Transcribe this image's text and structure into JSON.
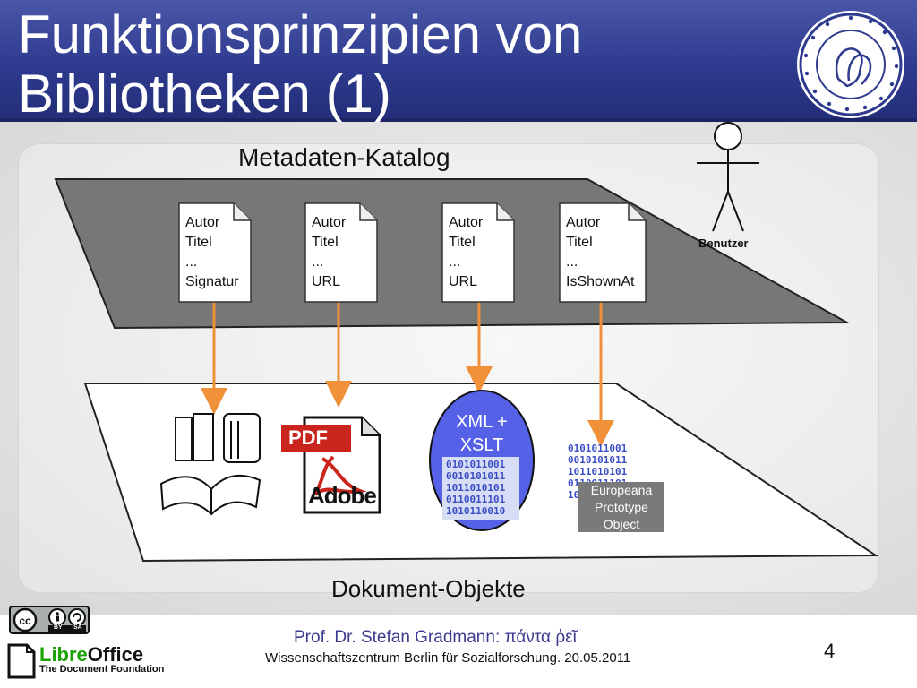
{
  "slide": {
    "title_line1": "Funktionsprinzipien von",
    "title_line2": "Bibliotheken (1)",
    "page_number": "4"
  },
  "diagram": {
    "catalog_label": "Metadaten-Katalog",
    "documents_label": "Dokument-Objekte",
    "user_label": "Benutzer",
    "cards": [
      {
        "lines": [
          "Autor",
          "Titel",
          "...",
          "Signatur"
        ]
      },
      {
        "lines": [
          "Autor",
          "Titel",
          "...",
          "URL"
        ]
      },
      {
        "lines": [
          "Autor",
          "Titel",
          "...",
          "URL"
        ]
      },
      {
        "lines": [
          "Autor",
          "Titel",
          "...",
          "IsShownAt"
        ]
      }
    ],
    "pdf_text": "PDF",
    "adobe_text": "Adobe",
    "xml_label_line1": "XML +",
    "xml_label_line2": "XSLT",
    "binary_rows": [
      "0101011001",
      "0010101011",
      "1011010101",
      "0110011101",
      "1010110010"
    ],
    "europeana_line1": "Europeana",
    "europeana_line2": "Prototype",
    "europeana_line3": "Object",
    "colors": {
      "arrow": "#f0913a",
      "catalog_fill": "#777777",
      "xml_ellipse": "#5562e8",
      "header": "#2e3a8e"
    }
  },
  "footer": {
    "author": "Prof. Dr. Stefan Gradmann: πάντα ῥεῖ",
    "event": "Wissenschaftszentrum Berlin für Sozialforschung. 20.05.2011",
    "cc_by": "BY",
    "cc_sa": "SA",
    "libreoffice_libre": "Libre",
    "libreoffice_office": "Office",
    "libreoffice_sub": "The Document Foundation"
  }
}
